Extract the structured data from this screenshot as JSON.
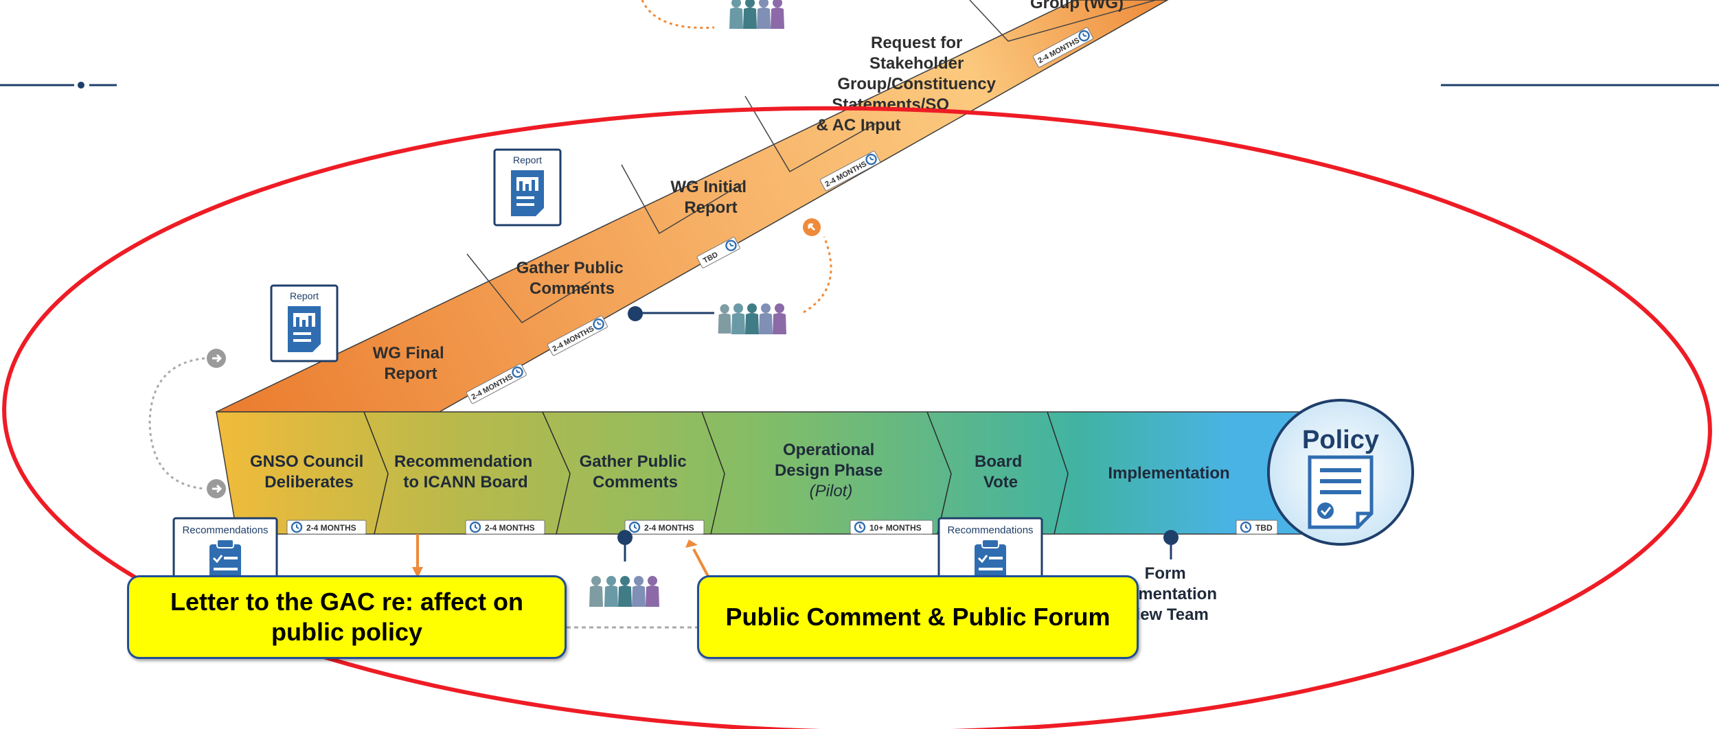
{
  "upper_steps": {
    "wg_top": "Group (WG)",
    "request_lines": [
      "Request for",
      "Stakeholder",
      "Group/Constituency",
      "Statements/SO",
      "& AC Input"
    ],
    "wg_initial_lines": [
      "WG Initial",
      "Report"
    ],
    "gather_upper_lines": [
      "Gather Public",
      "Comments"
    ],
    "wg_final_lines": [
      "WG Final",
      "Report"
    ]
  },
  "lower_steps": [
    {
      "lines": [
        "GNSO Council",
        "Deliberates"
      ],
      "duration": "2-4 MONTHS"
    },
    {
      "lines": [
        "Recommendation",
        "to ICANN Board"
      ],
      "duration": "2-4 MONTHS"
    },
    {
      "lines": [
        "Gather Public",
        "Comments"
      ],
      "duration": "2-4 MONTHS"
    },
    {
      "lines": [
        "Operational",
        "Design Phase"
      ],
      "sub": "(Pilot)",
      "duration": "10+ MONTHS"
    },
    {
      "lines": [
        "Board",
        "Vote"
      ],
      "duration": ""
    },
    {
      "lines": [
        "Implementation"
      ],
      "duration": "TBD"
    }
  ],
  "upper_durations": {
    "request": "2-4 MONTHS",
    "wg_top": "2-4 MONTHS",
    "wg_initial": "TBD",
    "gather_upper": "2-4 MONTHS",
    "wg_final": "2-4 MONTHS"
  },
  "policy_label": "Policy",
  "report_label": "Report",
  "recommendations_label": "Recommendations",
  "irt_lines": [
    "Form",
    "lementation",
    "view Team"
  ],
  "callouts": {
    "gac": "Letter to the GAC re: affect on public policy",
    "public": "Public Comment & Public Forum"
  },
  "colors": {
    "upper_orange": "#ef8a3a",
    "upper_light": "#fbc97e",
    "lower_gold": "#f1bb3a",
    "lower_green": "#7cbf72",
    "lower_blue": "#4ab3e6",
    "annotation_red": "#ee1c25",
    "callout_fill": "#ffff00",
    "navy": "#1f3f6b"
  },
  "icons": [
    "report-icon",
    "recommendations-clipboard-icon",
    "people-group-icon",
    "clock-icon",
    "policy-document-icon",
    "arrow-circle-icon"
  ]
}
